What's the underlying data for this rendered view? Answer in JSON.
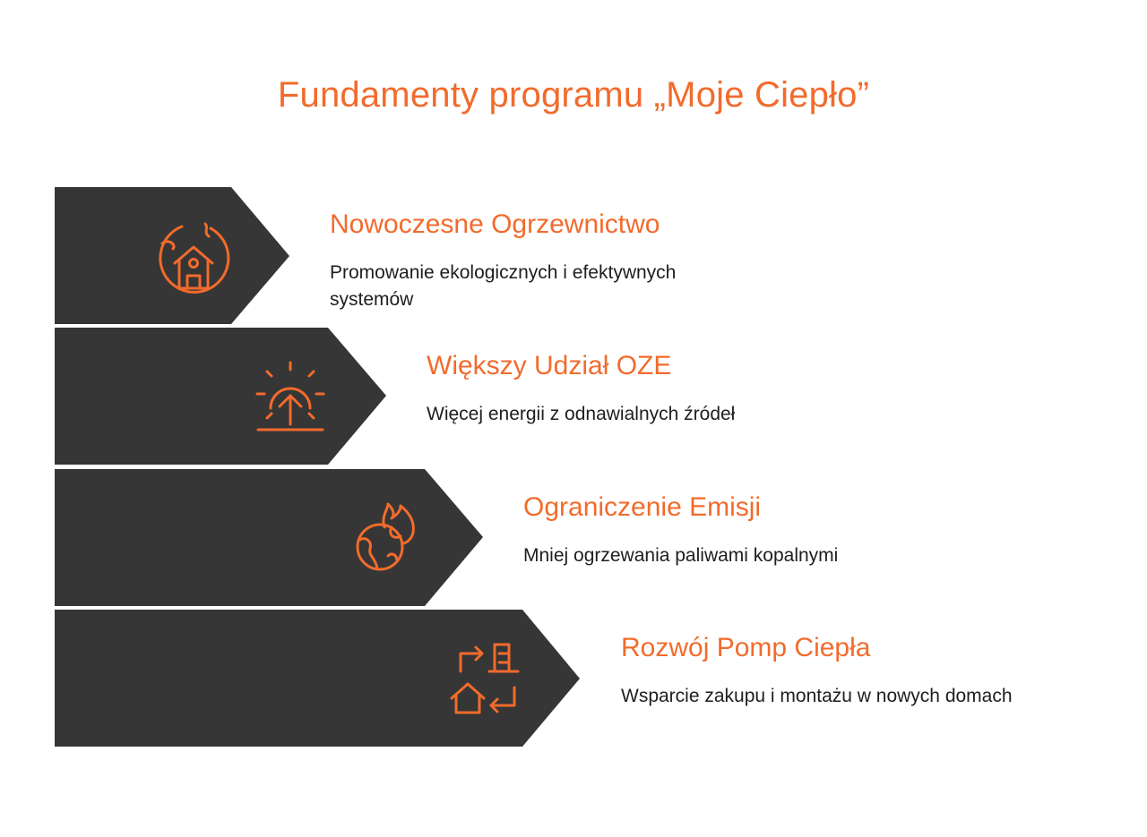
{
  "title": "Fundamenty programu „Moje Ciepło”",
  "colors": {
    "accent": "#f26b2c",
    "shape": "#363636",
    "text": "#1e1e1e",
    "background": "#ffffff"
  },
  "items": [
    {
      "heading": "Nowoczesne Ogrzewnictwo",
      "description": "Promowanie ekologicznych i efektywnych systemów",
      "icon": "eco-house-icon"
    },
    {
      "heading": "Większy Udział OZE",
      "description": "Więcej energii z odnawialnych źródeł",
      "icon": "sunrise-icon"
    },
    {
      "heading": "Ograniczenie Emisji",
      "description": "Mniej ogrzewania paliwami kopalnymi",
      "icon": "burning-globe-icon"
    },
    {
      "heading": "Rozwój Pomp Ciepła",
      "description": "Wsparcie zakupu i montażu w nowych domach",
      "icon": "house-heat-exchange-icon"
    }
  ]
}
